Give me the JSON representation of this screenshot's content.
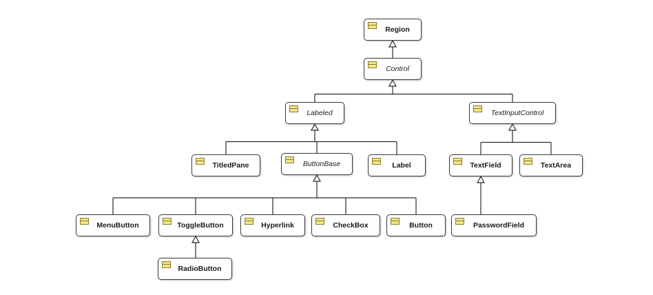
{
  "diagram": {
    "classes": [
      {
        "id": "region",
        "name": "Region",
        "abstract": false
      },
      {
        "id": "control",
        "name": "Control",
        "abstract": true
      },
      {
        "id": "labeled",
        "name": "Labeled",
        "abstract": true
      },
      {
        "id": "textinputcontrol",
        "name": "TextInputControl",
        "abstract": true
      },
      {
        "id": "titledpane",
        "name": "TitledPane",
        "abstract": false
      },
      {
        "id": "buttonbase",
        "name": "ButtonBase",
        "abstract": true
      },
      {
        "id": "label",
        "name": "Label",
        "abstract": false
      },
      {
        "id": "textfield",
        "name": "TextField",
        "abstract": false
      },
      {
        "id": "textarea",
        "name": "TextArea",
        "abstract": false
      },
      {
        "id": "menubutton",
        "name": "MenuButton",
        "abstract": false
      },
      {
        "id": "togglebutton",
        "name": "ToggleButton",
        "abstract": false
      },
      {
        "id": "hyperlink",
        "name": "Hyperlink",
        "abstract": false
      },
      {
        "id": "checkbox",
        "name": "CheckBox",
        "abstract": false
      },
      {
        "id": "button",
        "name": "Button",
        "abstract": false
      },
      {
        "id": "passwordfield",
        "name": "PasswordField",
        "abstract": false
      },
      {
        "id": "radiobutton",
        "name": "RadioButton",
        "abstract": false
      }
    ],
    "inheritance": [
      {
        "child": "control",
        "parent": "region"
      },
      {
        "child": "labeled",
        "parent": "control"
      },
      {
        "child": "textinputcontrol",
        "parent": "control"
      },
      {
        "child": "titledpane",
        "parent": "labeled"
      },
      {
        "child": "buttonbase",
        "parent": "labeled"
      },
      {
        "child": "label",
        "parent": "labeled"
      },
      {
        "child": "textfield",
        "parent": "textinputcontrol"
      },
      {
        "child": "textarea",
        "parent": "textinputcontrol"
      },
      {
        "child": "menubutton",
        "parent": "buttonbase"
      },
      {
        "child": "togglebutton",
        "parent": "buttonbase"
      },
      {
        "child": "hyperlink",
        "parent": "buttonbase"
      },
      {
        "child": "checkbox",
        "parent": "buttonbase"
      },
      {
        "child": "button",
        "parent": "buttonbase"
      },
      {
        "child": "passwordfield",
        "parent": "textfield"
      },
      {
        "child": "radiobutton",
        "parent": "togglebutton"
      }
    ],
    "colors": {
      "icon_fill": "#f2e58a",
      "line": "#2a2a2a",
      "border": "#3a3a3a"
    }
  }
}
